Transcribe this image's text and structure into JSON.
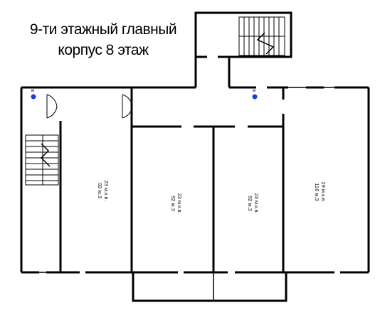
{
  "title": {
    "line1": "9-ти этажный главный",
    "line2": "корпус 8 этаж"
  },
  "rooms": [
    {
      "id": "room-1",
      "capacity": "23 м.к.в.",
      "area": "92 м.3"
    },
    {
      "id": "room-2",
      "capacity": "23 м.к.в.",
      "area": "92 м.3"
    },
    {
      "id": "room-3",
      "capacity": "23 м.к.в.",
      "area": "92 м.3"
    },
    {
      "id": "room-4",
      "capacity": "29 м.к.в.",
      "area": "116 м.3"
    }
  ],
  "colors": {
    "walls": "#000000",
    "extinguisher": "#1a3fd6",
    "background": "#ffffff"
  },
  "icons": [
    "fire-extinguisher-icon",
    "door-swing-icon",
    "staircase-icon"
  ]
}
